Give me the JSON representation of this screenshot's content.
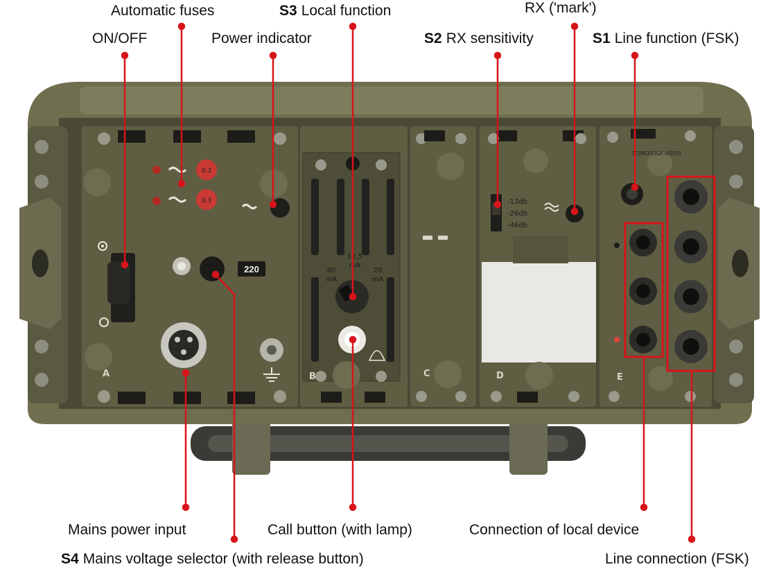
{
  "labels": {
    "on_off": "ON/OFF",
    "automatic_fuses": "Automatic fuses",
    "power_indicator": "Power indicator",
    "s3_code": "S3",
    "s3_text": "Local function",
    "s2_code": "S2",
    "s2_text": "RX sensitivity",
    "rx_mark": "RX ('mark')",
    "s1_code": "S1",
    "s1_text": "Line function (FSK)",
    "mains_power_input": "Mains power input",
    "call_button": "Call button (with lamp)",
    "connection_local_device": "Connection of local device",
    "s4_code": "S4",
    "s4_text": "Mains voltage selector (with release button)",
    "line_connection": "Line connection (FSK)"
  },
  "device": {
    "voltage_window": "220",
    "fuse_1": "0.3",
    "fuse_2": "0.3",
    "current_40": "40",
    "current_12_5": "12,5",
    "current_20": "20",
    "current_unit": "mA",
    "db_13": "-13db",
    "db_26": "-26db",
    "db_46": "-46db",
    "module_a": "A",
    "module_b": "B",
    "module_c": "C",
    "module_d": "D",
    "module_e": "E",
    "module_e_type": "TE(MO)DGF-005/0"
  },
  "colors": {
    "callout_red": "#d7141a",
    "enclosure_olive": "#6b6a4b",
    "panel_olive": "#5c5c40",
    "background": "#ffffff"
  }
}
